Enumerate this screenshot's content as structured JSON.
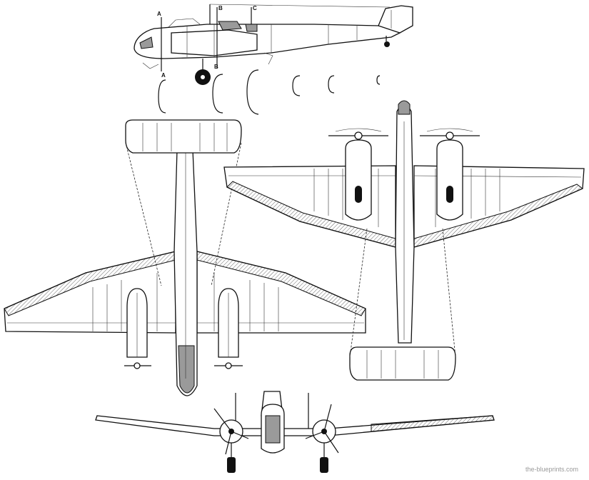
{
  "section_labels": {
    "a": "A",
    "b": "B",
    "c": "C"
  },
  "watermark": "the-blueprints.com",
  "colors": {
    "line": "#111111",
    "grey_fill": "#9a9a9a",
    "background": "#ffffff"
  }
}
